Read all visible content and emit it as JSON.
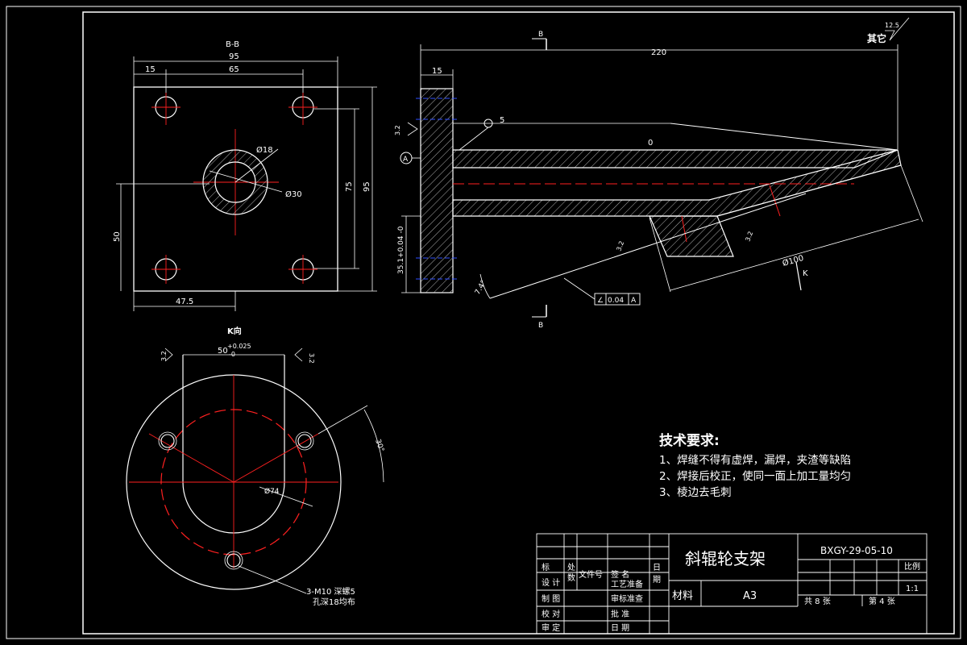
{
  "section_label": "B-B",
  "view_label": "K向",
  "roughness_other": "其它",
  "roughness_other_value": "12.5",
  "section_markers": [
    "B",
    "B"
  ],
  "datum": "A",
  "plate_dims": {
    "width": "95",
    "left_offset": "15",
    "hole_span": "65",
    "hole_dia": "Ø18",
    "boss_dia": "Ø30",
    "height_inner": "75",
    "height_total": "95",
    "half_height": "50",
    "half_width": "47.5"
  },
  "side_dims": {
    "length": "220",
    "flange_thk": "15",
    "weld_size": "5",
    "fillet_label": "0",
    "height_tol": "35.1+0.04 -0",
    "angle": "7.4°",
    "slant_dia": "Ø100",
    "k_marker": "K",
    "rough_1": "3.2",
    "rough_2": "3.2",
    "rough_3": "3.2"
  },
  "tolerance_frame": {
    "symbol": "∠",
    "value": "0.04",
    "datum": "A"
  },
  "k_view_dims": {
    "width_nominal": "50",
    "width_tol_upper": "+0.025",
    "width_tol_lower": "-0",
    "rough_left": "3.2",
    "rough_right": "3.2",
    "bolt_circle": "Ø74",
    "angle": "30°",
    "holes_note_1": "3-M10 深螺5",
    "holes_note_2": "孔深18均布"
  },
  "tech_requirements": {
    "title": "技术要求:",
    "items": [
      "1、焊缝不得有虚焊，漏焊，夹渣等缺陷",
      "2、焊接后校正，使同一面上加工量均匀",
      "3、棱边去毛刺"
    ]
  },
  "title_block": {
    "part_name": "斜辊轮支架",
    "drawing_no": "BXGY-29-05-10",
    "material_label": "材料",
    "material": "A3",
    "scale_label": "比例",
    "scale": "1:1",
    "sheets_total": "共 8 张",
    "sheet_no": "第 4 张",
    "rows": [
      [
        "标",
        "处",
        "文件号",
        "签  名",
        "日"
      ],
      [
        "设  计",
        "数",
        "工艺准备",
        "期"
      ],
      [
        "制  图",
        "审标准查"
      ],
      [
        "校  对",
        "批  准"
      ],
      [
        "审  定",
        "日  期"
      ]
    ]
  },
  "colors": {
    "line": "#ffffff",
    "center": "#ff2020",
    "hatch": "#ffffff",
    "hidden": "#3050ff"
  }
}
